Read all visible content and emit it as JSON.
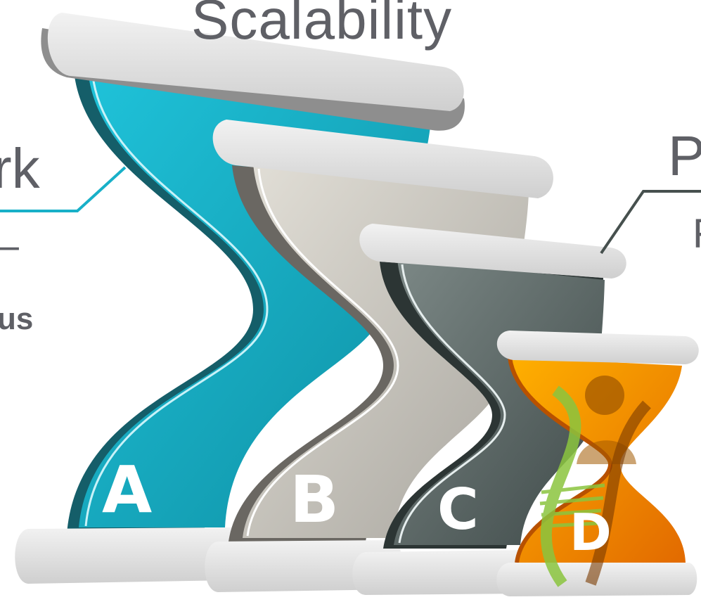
{
  "diagram": {
    "title": "Scalability",
    "left_label": "rk",
    "left_sub_1": "_",
    "left_sub_2": "us",
    "right_label": "P",
    "right_sub": "F",
    "hourglasses": [
      {
        "letter": "A",
        "color": "#16b1c9"
      },
      {
        "letter": "B",
        "color": "#c9c6bc"
      },
      {
        "letter": "C",
        "color": "#5a6664"
      },
      {
        "letter": "D",
        "color": "#f09300"
      }
    ],
    "colors": {
      "text": "#5f6066",
      "cap": "#e2e2e2",
      "cap_shadow": "#9a9a9a",
      "leader_line_left": "#18b0c8",
      "leader_line_right": "#46504e",
      "dna": "#8bc53f"
    },
    "icons": [
      "person-icon",
      "dna-icon"
    ]
  }
}
